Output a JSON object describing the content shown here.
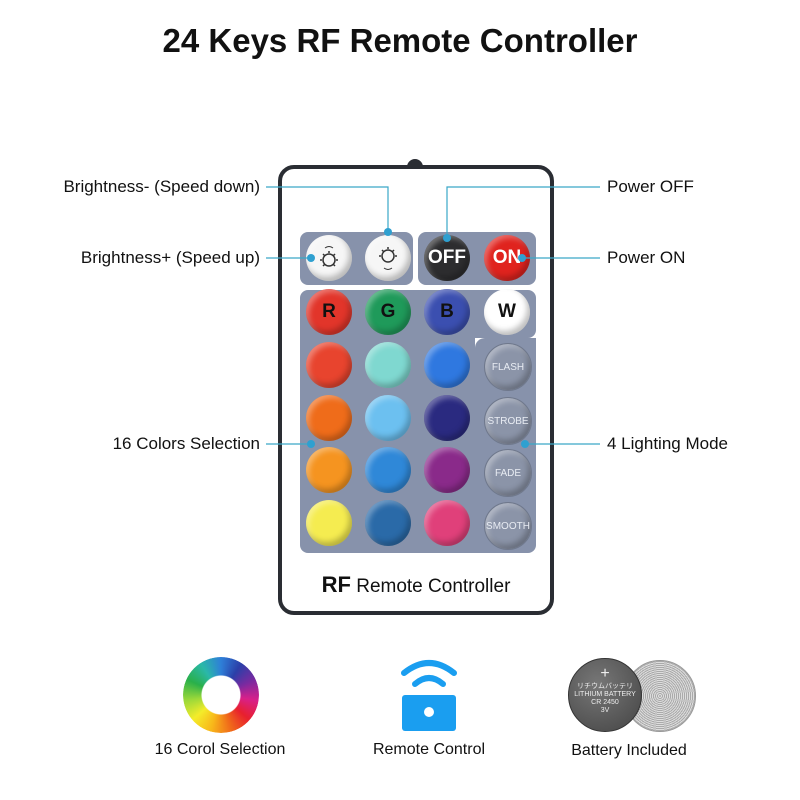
{
  "title": "24 Keys RF Remote Controller",
  "callouts": {
    "brightness_down": "Brightness- (Speed down)",
    "brightness_up": "Brightness+ (Speed up)",
    "power_off": "Power OFF",
    "power_on": "Power ON",
    "colors": "16 Colors Selection",
    "modes": "4 Lighting Mode"
  },
  "buttons": {
    "off": "OFF",
    "on": "ON",
    "r": "R",
    "g": "G",
    "b": "B",
    "w": "W",
    "flash": "FLASH",
    "strobe": "STROBE",
    "fade": "FADE",
    "smooth": "SMOOTH"
  },
  "color_keys": [
    "#e8442e",
    "#7fd8d0",
    "#2f78e0",
    "#ef6c1a",
    "#6cc0f0",
    "#2a2a80",
    "#f59420",
    "#2f88d8",
    "#8a2a8a",
    "#f5ec50",
    "#2a6aa8",
    "#e0407a"
  ],
  "remote_label": {
    "bold": "RF",
    "rest": "Remote Controller"
  },
  "features": [
    {
      "label": "16 Corol Selection",
      "icon": "color-wheel"
    },
    {
      "label": "Remote Control",
      "icon": "wifi-remote"
    },
    {
      "label": "Battery Included",
      "icon": "coin-battery"
    }
  ],
  "battery": {
    "jp": "リチウムバッテリ",
    "line1": "LITHIUM BATTERY",
    "line2": "CR 2450",
    "line3": "3V"
  },
  "accent": "#3aa8c8"
}
